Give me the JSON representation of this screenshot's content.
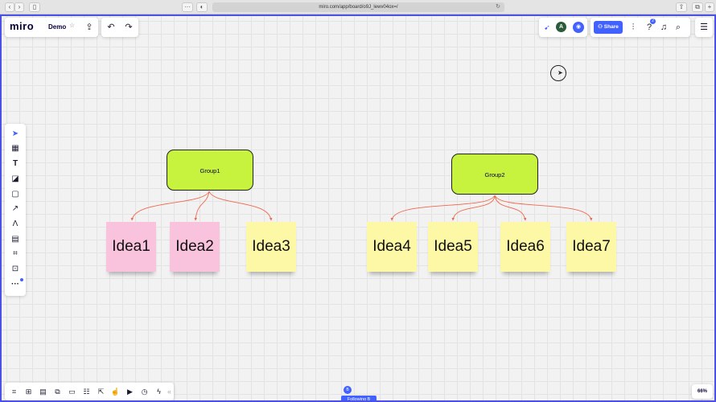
{
  "browser": {
    "url": "miro.com/app/board/o9J_lewv04ox=/"
  },
  "header": {
    "logo": "miro",
    "board_name": "Demo",
    "share_label": "Share",
    "avatar_initial": "A",
    "notification_count": "2"
  },
  "canvas": {
    "groups": [
      {
        "label": "Group1"
      },
      {
        "label": "Group2"
      }
    ],
    "stickies": [
      {
        "label": "Idea1",
        "color": "#f9c3dd",
        "group": "Group1"
      },
      {
        "label": "Idea2",
        "color": "#f9c3dd",
        "group": "Group1"
      },
      {
        "label": "Idea3",
        "color": "#fdf8a5",
        "group": "Group1"
      },
      {
        "label": "Idea4",
        "color": "#fdf8a5",
        "group": "Group2"
      },
      {
        "label": "Idea5",
        "color": "#fdf8a5",
        "group": "Group2"
      },
      {
        "label": "Idea6",
        "color": "#fdf8a5",
        "group": "Group2"
      },
      {
        "label": "Idea7",
        "color": "#fdf8a5",
        "group": "Group2"
      }
    ],
    "connector_color": "#f0684e",
    "group_color": "#c7f33f"
  },
  "footer": {
    "zoom": "66%",
    "following_label": "Following B",
    "follower_initial": "B"
  },
  "theme": {
    "accent": "#4262ff",
    "frame": "#4b50e6"
  }
}
